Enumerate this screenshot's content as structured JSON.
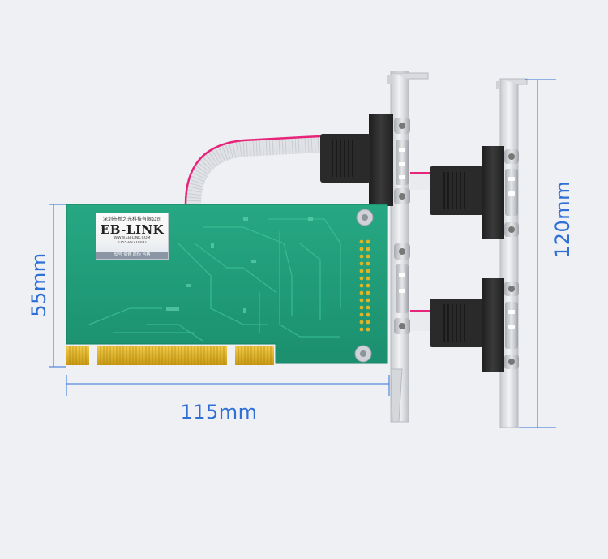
{
  "dimensions": {
    "height_card": "55mm",
    "width_card": "115mm",
    "height_bracket": "120mm"
  },
  "sticker": {
    "line1": "深圳市新之光科技有限公司",
    "brand": "EB-LINK",
    "line2": "WWW.EB-LINK.COM",
    "line3": "0755-83270081",
    "footer": "型号  保修  防伪  合格"
  },
  "colors": {
    "pcb": "#1f9b78",
    "dimension": "#2f6fd6",
    "bracket": "#d8d9dc",
    "gold": "#e4b526",
    "connector": "#2b2b2b"
  }
}
